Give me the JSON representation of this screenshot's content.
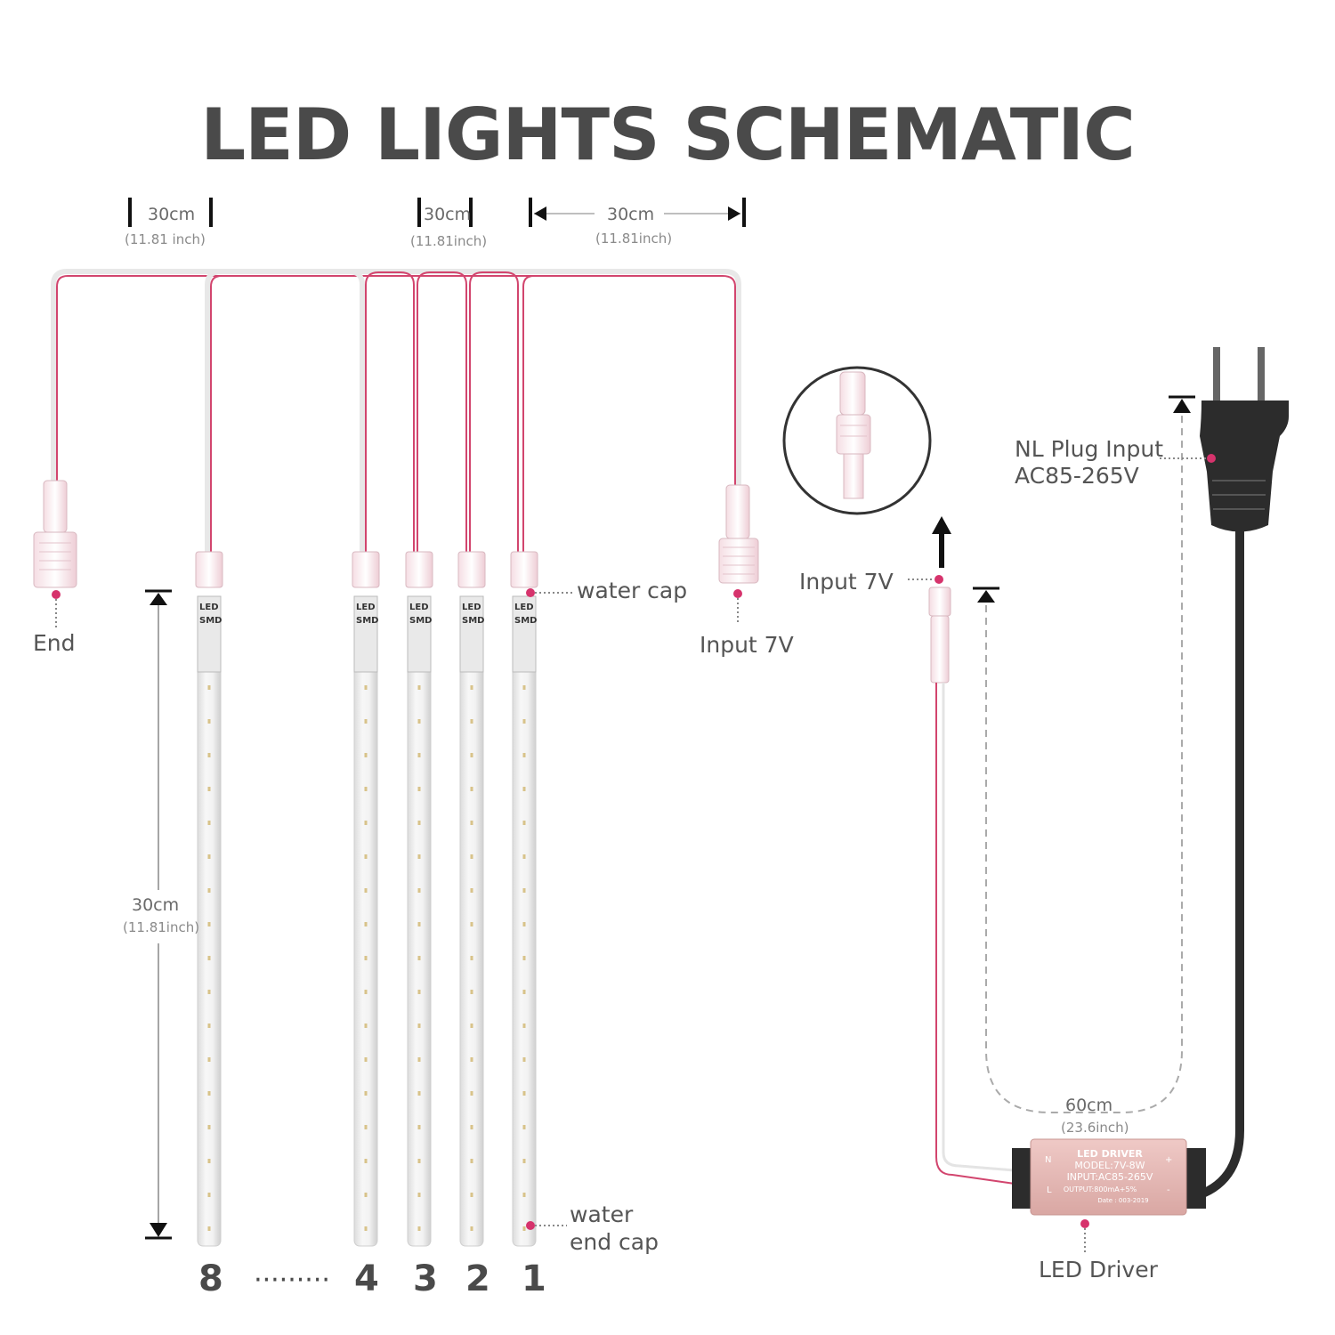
{
  "title": "LED LIGHTS SCHEMATIC",
  "spacing": [
    {
      "cm": "30cm",
      "inch": "(11.81 inch)"
    },
    {
      "cm": "30cm",
      "inch": "(11.81inch)"
    },
    {
      "cm": "30cm",
      "inch": "(11.81inch)"
    }
  ],
  "tube_length": {
    "cm": "30cm",
    "inch": "(11.81inch)"
  },
  "driver_cable": {
    "cm": "60cm",
    "inch": "(23.6inch)"
  },
  "labels": {
    "end": "End",
    "water_cap": "water cap",
    "input_7v_right": "Input 7V",
    "input_7v_driver": "Input 7V",
    "water_end_cap_line1": "water",
    "water_end_cap_line2": "end cap",
    "plug_line1": "NL Plug Input",
    "plug_line2": "AC85-265V",
    "led_driver": "LED Driver"
  },
  "tube_numbers": [
    "8",
    "4",
    "3",
    "2",
    "1"
  ],
  "tube_dots": "·········",
  "driver_box": {
    "line1": "LED DRIVER",
    "line2": "MODEL:7V-8W",
    "line3": "INPUT:AC85-265V",
    "line4": "OUTPUT:800mA+5%",
    "line5": "Date : 003-2019",
    "pin_n": "N",
    "pin_l": "L",
    "pin_plus": "+",
    "pin_minus": "-"
  },
  "tube_tag": {
    "line1": "LED",
    "line2": "SMD"
  },
  "colors": {
    "wire": "#d2456e",
    "text": "#555555",
    "title": "#4a4a4a",
    "driver": "#e2b7b4",
    "accent_dot": "#d6336c"
  }
}
